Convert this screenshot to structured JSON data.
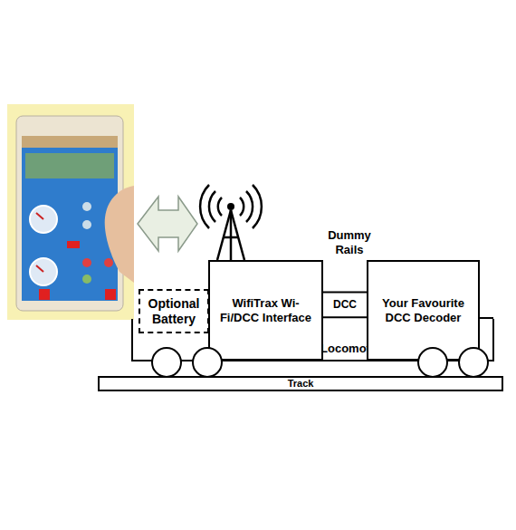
{
  "diagram": {
    "nodes": [
      {
        "text": [
          "Optional Battery"
        ]
      },
      {
        "text": [
          "WifiTrax Wi-Fi/DCC Interface"
        ]
      },
      {
        "text": [
          "Your Favourite DCC Decoder"
        ]
      },
      {
        "text": [
          "Locomotive"
        ]
      },
      {
        "text": [
          "Track"
        ]
      }
    ],
    "edges": [
      {
        "from": 1,
        "to": 2,
        "arrow": "none",
        "label": "DCC"
      }
    ],
    "labels": [
      "Dummy Rails"
    ]
  }
}
